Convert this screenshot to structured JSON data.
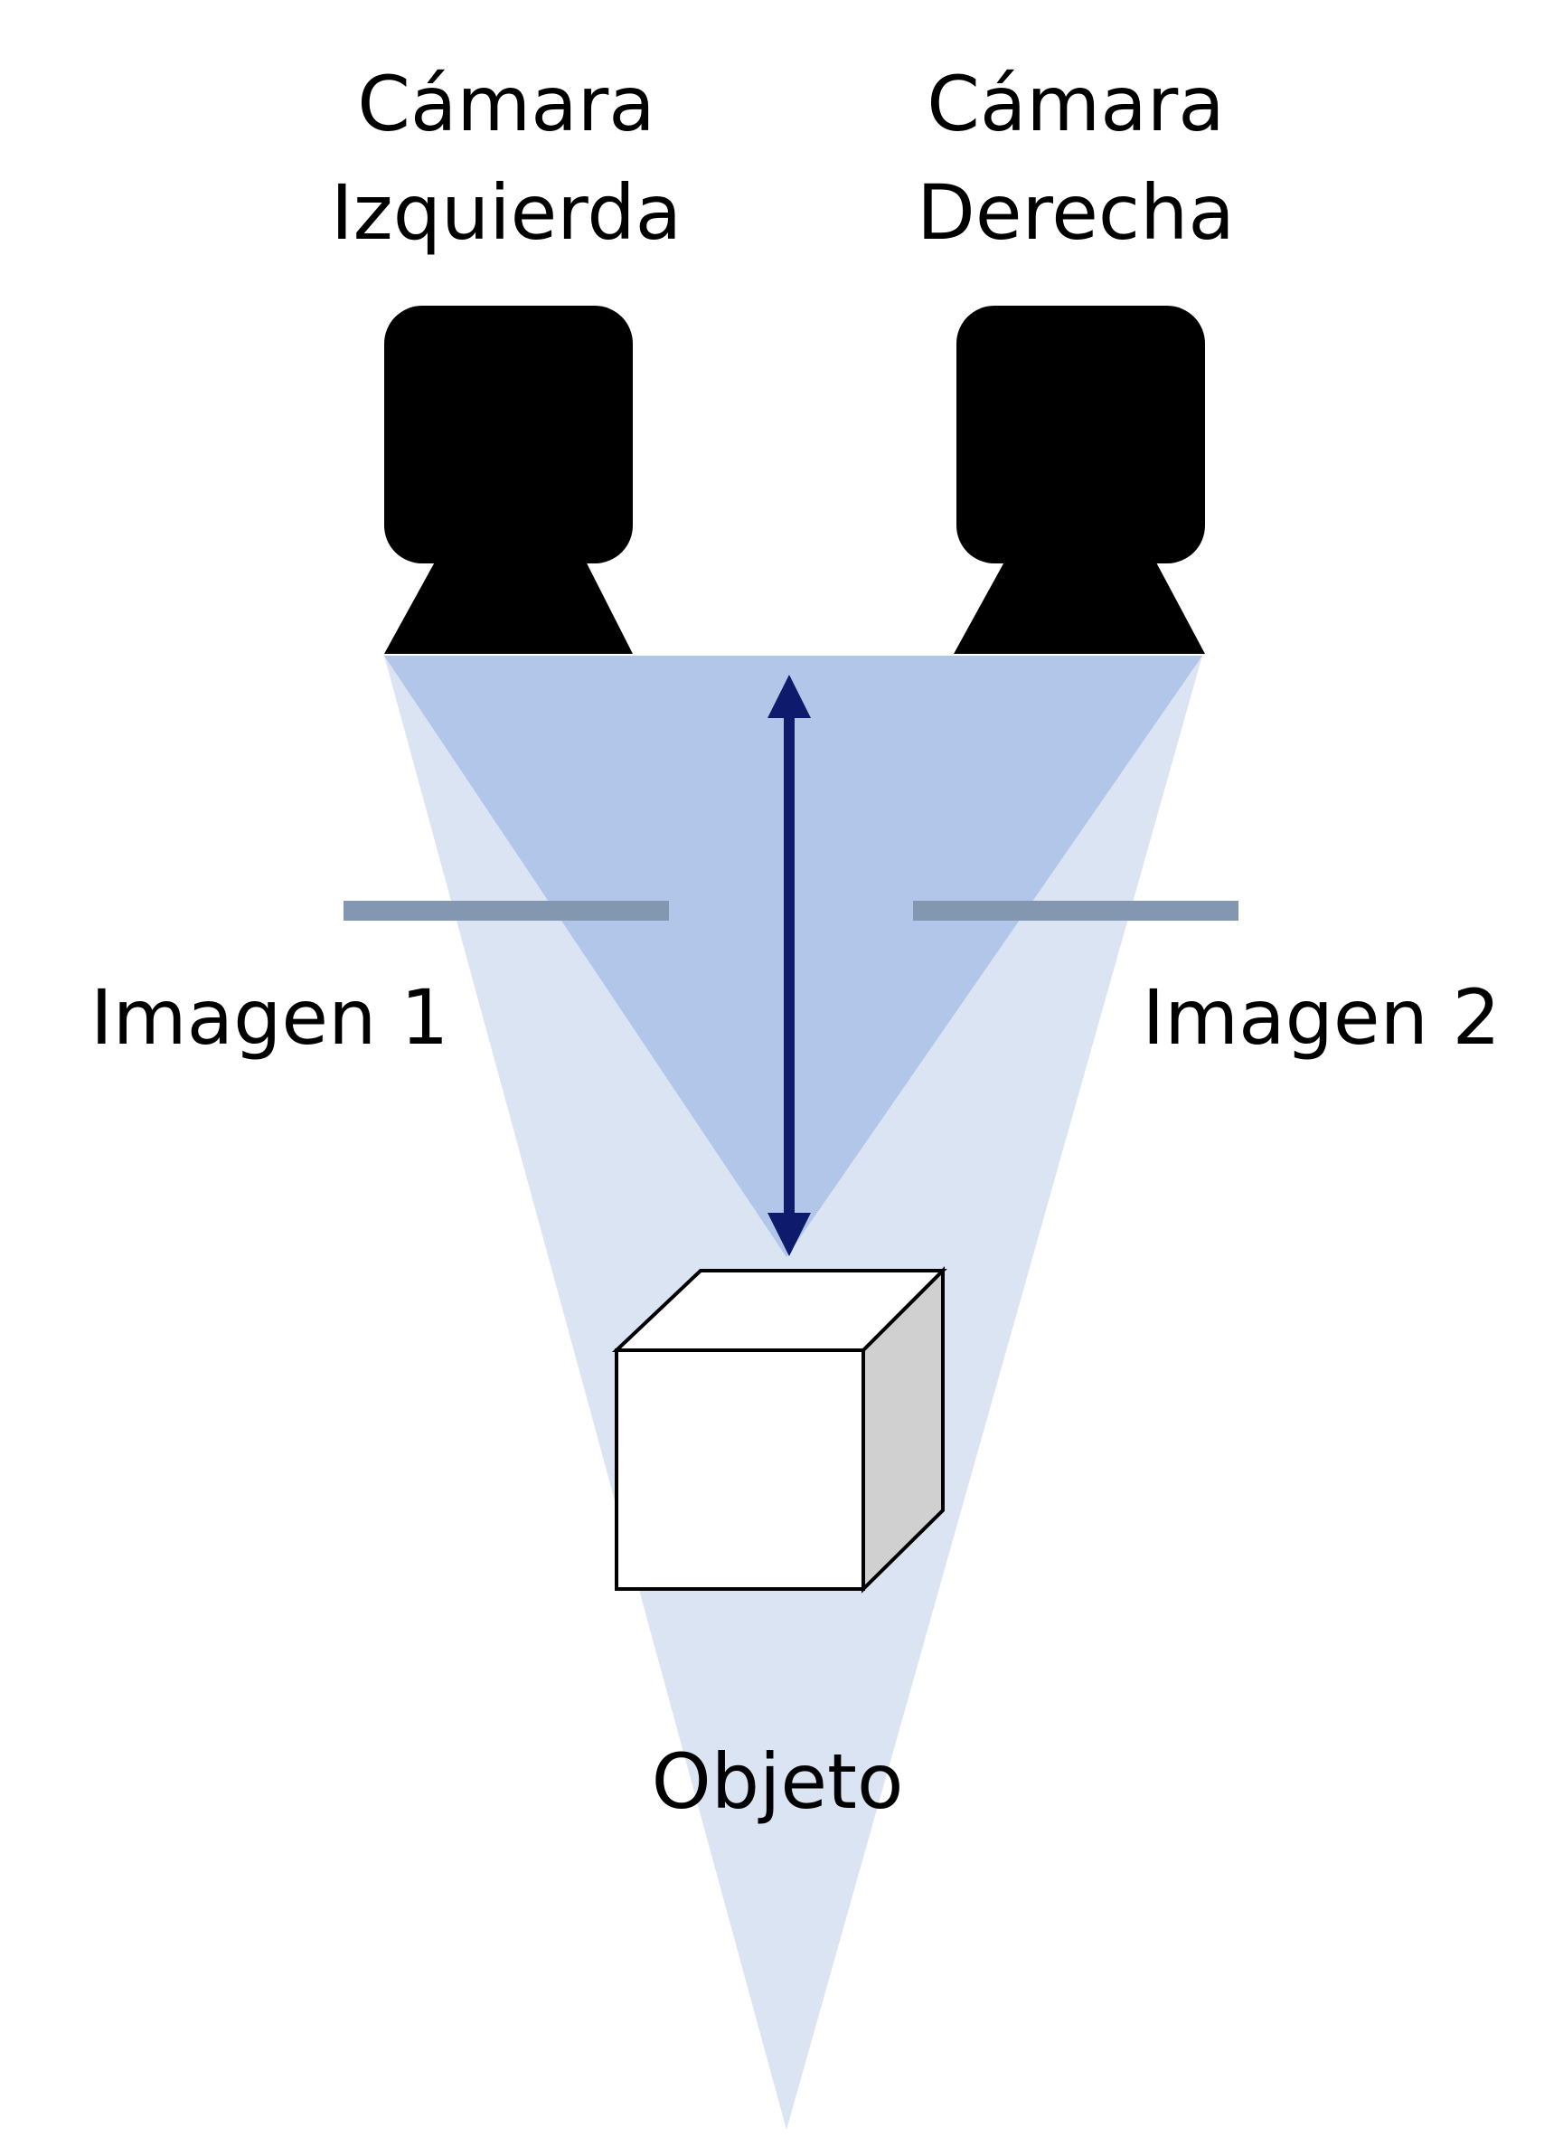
{
  "labels": {
    "left_camera": [
      "Cámara",
      "Izquierda"
    ],
    "right_camera": [
      "Cámara",
      "Derecha"
    ],
    "image_1": "Imagen 1",
    "image_2": "Imagen 2",
    "object": "Objeto"
  },
  "colors": {
    "cone_light": "#dbe4f3",
    "overlap": "#b2c6ea",
    "image_plane": "#8497b0",
    "distance_arrow": "#0e1a6b",
    "camera": "#000000",
    "cube_front": "#ffffff",
    "cube_side": "#d0d0d0"
  }
}
